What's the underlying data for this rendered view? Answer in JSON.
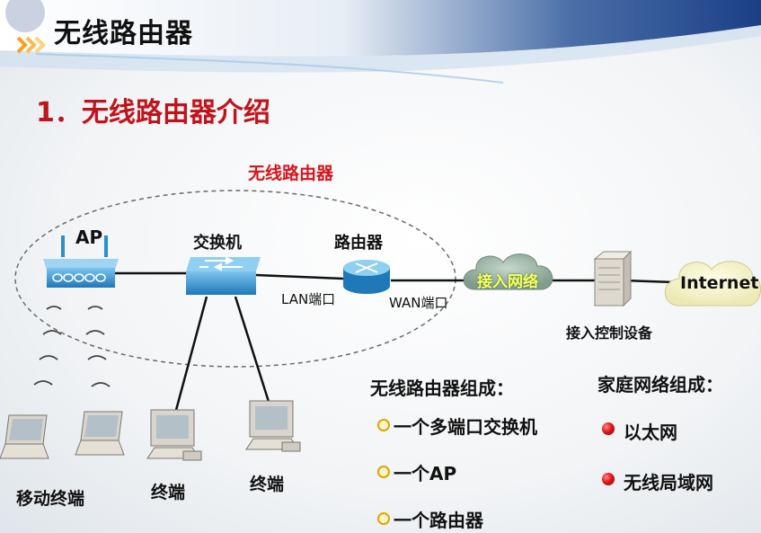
{
  "slide": {
    "title": "无线路由器",
    "section_title": "1．无线路由器介绍"
  },
  "diagram": {
    "group_label": "无线路由器",
    "ap_label": "AP",
    "switch_label": "交换机",
    "router_label": "路由器",
    "lan_port_label": "LAN端口",
    "wan_port_label": "WAN端口",
    "access_network_label": "接入网络",
    "access_control_label": "接入控制设备",
    "internet_label": "Internet",
    "mobile_terminal_label": "移动终端",
    "terminal1_label": "终端",
    "terminal2_label": "终端"
  },
  "router_composition": {
    "heading": "无线路由器组成：",
    "items": [
      "一个多端口交换机",
      "一个AP",
      "一个路由器"
    ]
  },
  "home_network": {
    "heading": "家庭网络组成：",
    "items": [
      "以太网",
      "无线局域网"
    ]
  },
  "colors": {
    "title_red": "#c0141c",
    "group_label_red": "#d8141c",
    "device_blue": "#2a8fd0",
    "cloud_green": "#9fb8a8",
    "internet_cloud": "#f5f3c8",
    "bullet_gold": "#e0a400",
    "bullet_red": "#e01818"
  },
  "icons": {
    "ap": "wireless-access-point-icon",
    "switch": "network-switch-icon",
    "router": "router-icon",
    "cloud": "cloud-icon",
    "server": "access-control-server-icon",
    "laptop": "laptop-icon",
    "desktop": "desktop-computer-icon",
    "wifi": "wifi-signal-icon"
  }
}
